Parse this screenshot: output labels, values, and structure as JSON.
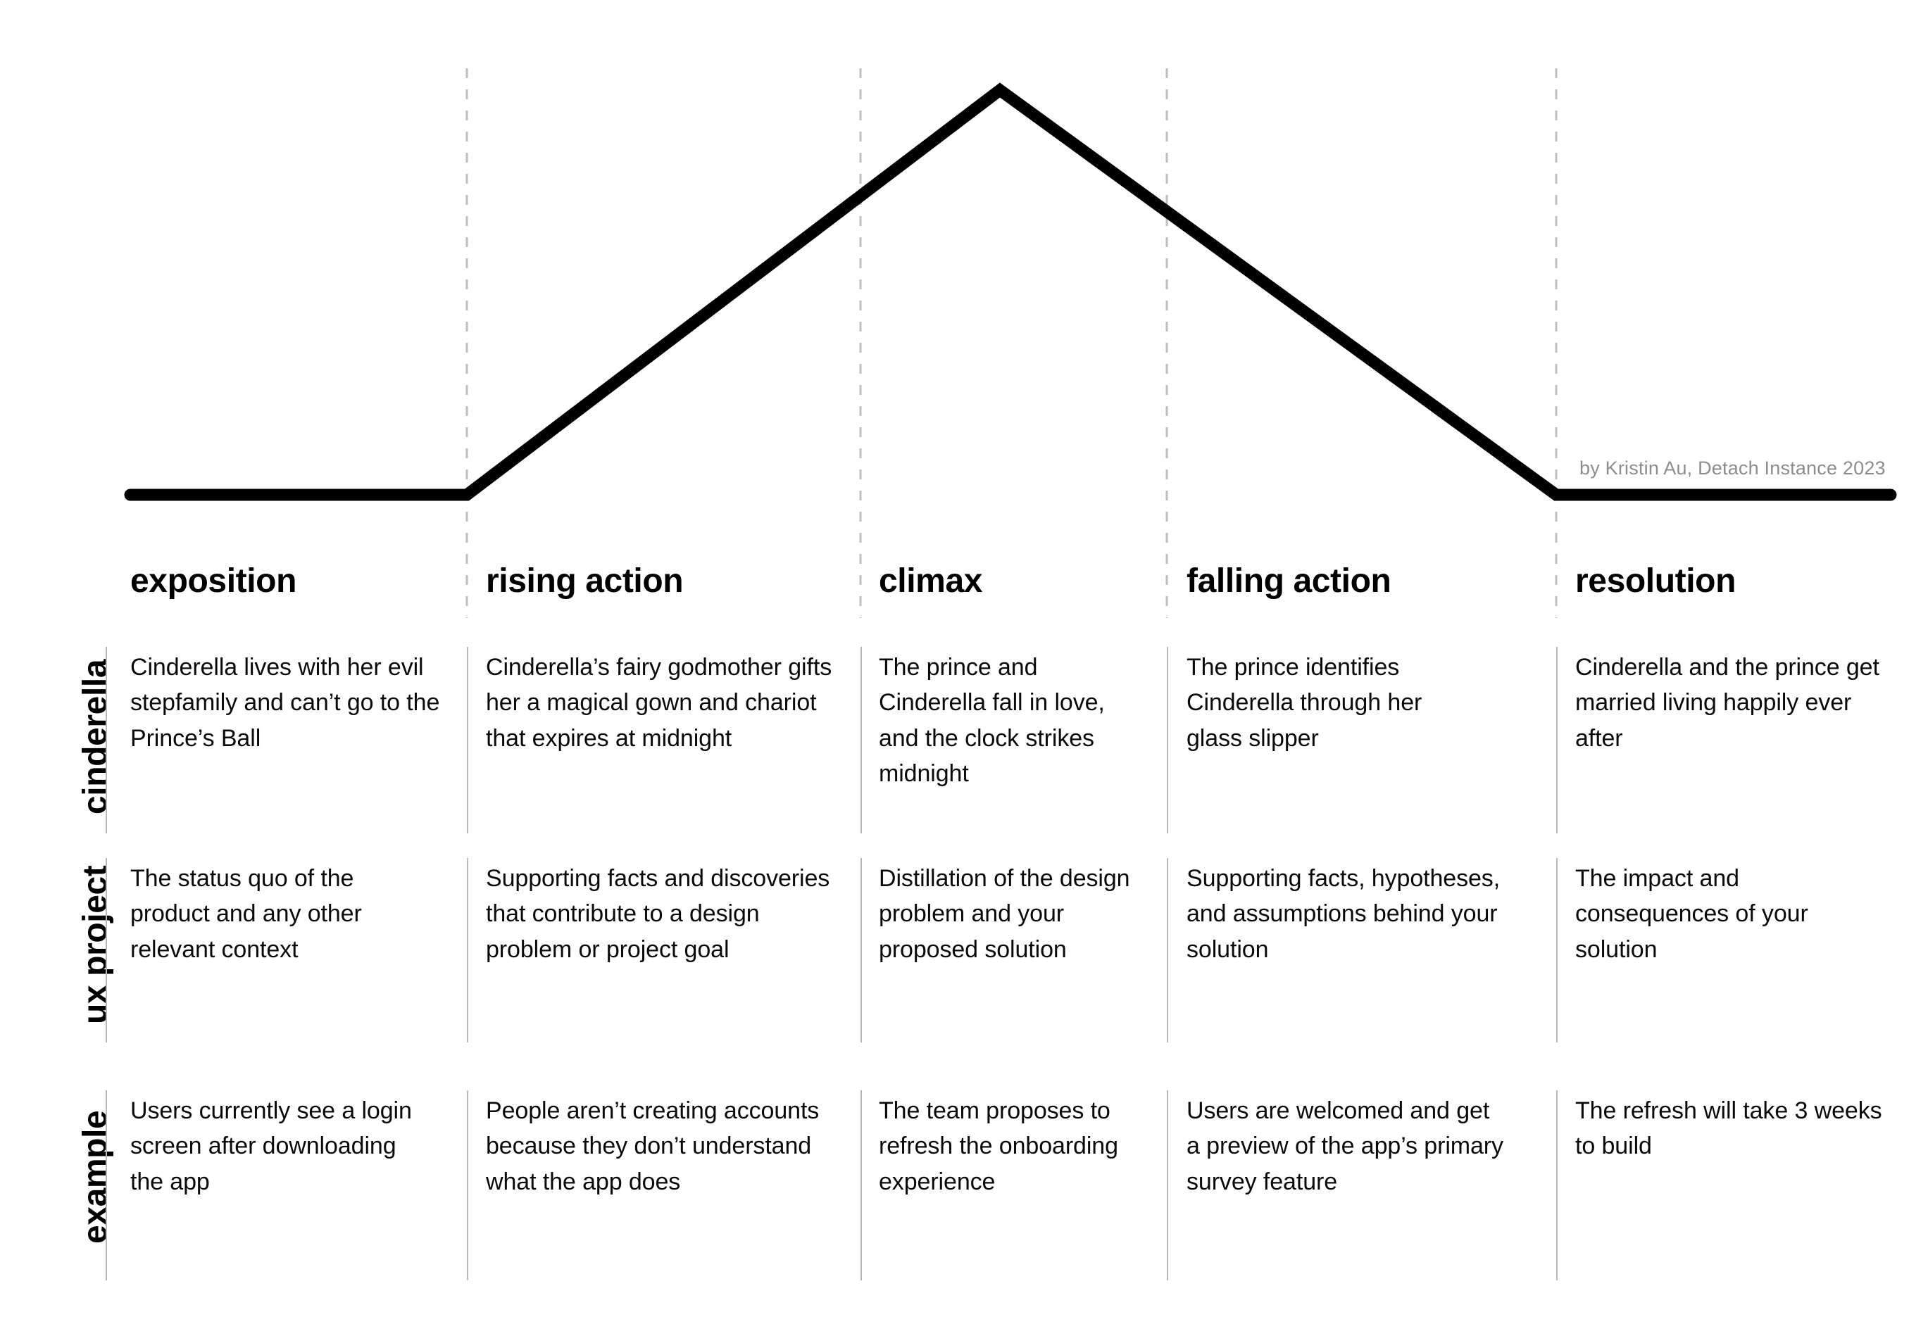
{
  "credit": "by Kristin Au,  Detach Instance 2023",
  "colors": {
    "arc_line": "#000000",
    "dashed_guide": "#bfbfbf",
    "row_separator": "#b8b8b8",
    "credit_text": "#8d8d8d",
    "background": "#ffffff",
    "body_text": "#0a0a0a"
  },
  "stages": [
    {
      "label": "exposition"
    },
    {
      "label": "rising action"
    },
    {
      "label": "climax"
    },
    {
      "label": "falling action"
    },
    {
      "label": "resolution"
    }
  ],
  "rows": [
    {
      "label": "cinderella",
      "cells": [
        "Cinderella lives with her evil stepfamily and can’t go to the Prince’s Ball",
        "Cinderella’s fairy godmother gifts her a magical gown and chariot that expires at midnight",
        "The prince and Cinderella fall in love, and the clock strikes midnight",
        "The prince identifies Cinderella through her glass slipper",
        "Cinderella and the prince get married living happily ever after"
      ]
    },
    {
      "label": "ux project",
      "cells": [
        "The status quo of the product and any other relevant context",
        "Supporting facts and discoveries that contribute to a design problem or project goal",
        "Distillation of the design problem and your proposed solution",
        "Supporting facts, hypotheses, and assumptions behind your solution",
        "The impact and consequences of your solution"
      ]
    },
    {
      "label": "example",
      "cells": [
        "Users currently see a login screen after downloading the app",
        "People aren’t creating accounts because they don’t understand what the app does",
        "The team proposes to refresh the onboarding experience",
        "Users are welcomed and get a preview of the app’s primary survey feature",
        "The refresh will take 3 weeks to build"
      ]
    }
  ],
  "chart_data": {
    "type": "line",
    "title": "",
    "xlabel": "",
    "ylabel": "",
    "categories": [
      "exposition",
      "rising action",
      "climax",
      "falling action",
      "resolution"
    ],
    "x": [
      185,
      663,
      1222,
      1420,
      1657,
      2210,
      2685
    ],
    "y": [
      703,
      703,
      312,
      128,
      349,
      703,
      703
    ],
    "description": "Narrative story arc: flat exposition, rising action, peak at climax, falling action, flat resolution",
    "guides": {
      "dashed_x": [
        663,
        1222,
        1657,
        2210
      ],
      "grid": false
    },
    "legend": "none"
  }
}
